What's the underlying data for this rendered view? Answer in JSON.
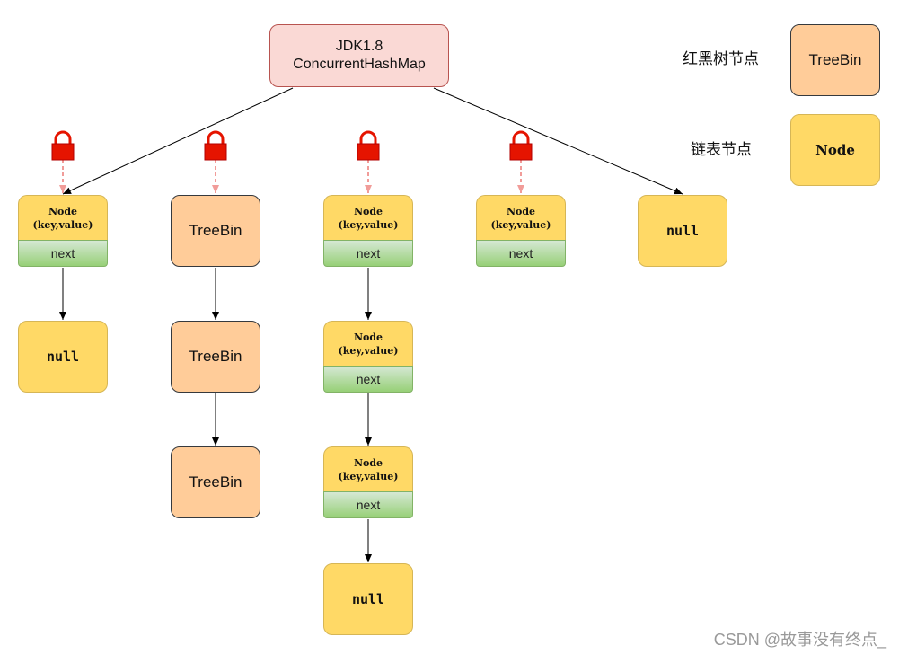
{
  "title": {
    "line1": "JDK1.8",
    "line2": "ConcurrentHashMap"
  },
  "node": {
    "line1": "Node",
    "line2": "(key,value)",
    "next": "next"
  },
  "treebin_label": "TreeBin",
  "null_label": "null",
  "legend": {
    "rb_label": "红黑树节点",
    "rb_box": "TreeBin",
    "list_label": "链表节点",
    "list_box": "Node"
  },
  "watermark": "CSDN @故事没有终点_",
  "colors": {
    "title_fill": "#fad9d5",
    "title_border": "#b85450",
    "node_fill": "#ffd966",
    "treebin_fill": "#ffcc99",
    "next_fill": "#97d077",
    "lock": "#e51400",
    "lock_arrow": "#f19c99"
  },
  "icons": [
    "lock-icon"
  ]
}
